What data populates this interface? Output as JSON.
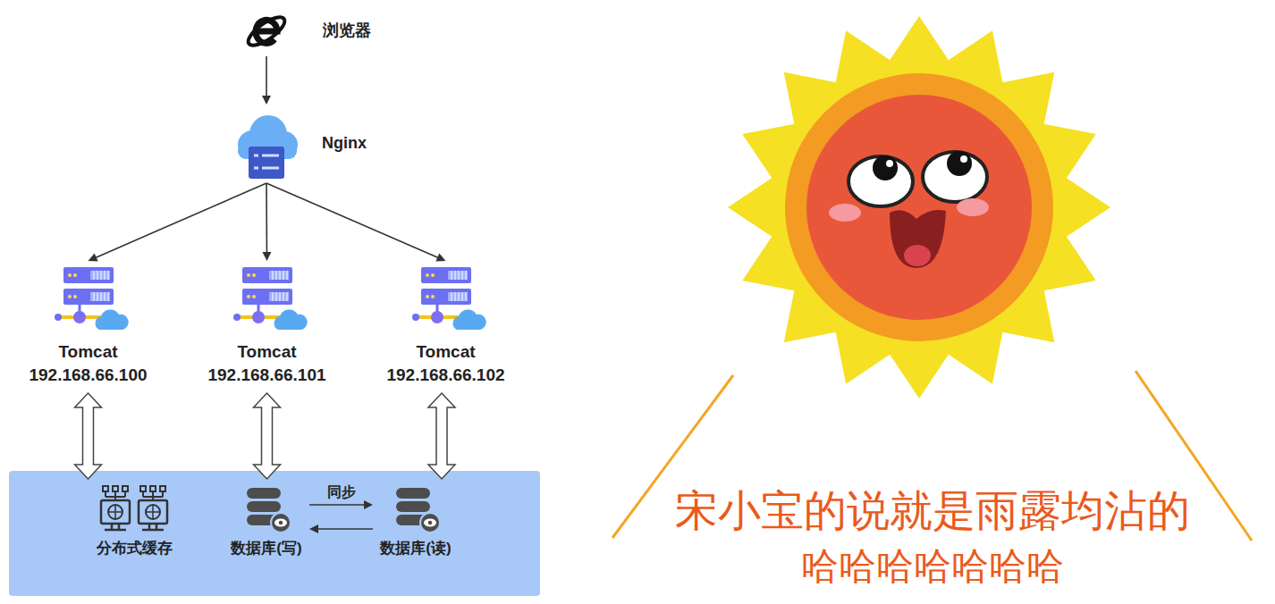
{
  "diagram": {
    "nodes": [
      {
        "text": [
          "浏览器"
        ]
      },
      {
        "text": [
          "Nginx"
        ]
      },
      {
        "text": [
          "Tomcat",
          "192.168.66.100"
        ]
      },
      {
        "text": [
          "Tomcat",
          "192.168.66.101"
        ]
      },
      {
        "text": [
          "Tomcat",
          "192.168.66.102"
        ]
      },
      {
        "text": [
          "分布式缓存"
        ]
      },
      {
        "text": [
          "数据库(写)"
        ]
      },
      {
        "text": [
          "数据库(读)"
        ]
      }
    ],
    "edges": [
      {
        "from": 0,
        "to": 1,
        "arrow": "to"
      },
      {
        "from": 1,
        "to": 2,
        "arrow": "to"
      },
      {
        "from": 1,
        "to": 3,
        "arrow": "to"
      },
      {
        "from": 1,
        "to": 4,
        "arrow": "to"
      },
      {
        "from": 2,
        "to": 5,
        "arrow": "both"
      },
      {
        "from": 3,
        "to": 6,
        "arrow": "both"
      },
      {
        "from": 4,
        "to": 7,
        "arrow": "both"
      },
      {
        "from": 6,
        "to": 7,
        "label": "同步",
        "arrow": "to"
      },
      {
        "from": 7,
        "to": 6,
        "arrow": "to"
      }
    ],
    "labels": [
      "宋小宝的说就是雨露均沾的",
      "哈哈哈哈哈哈哈"
    ]
  }
}
